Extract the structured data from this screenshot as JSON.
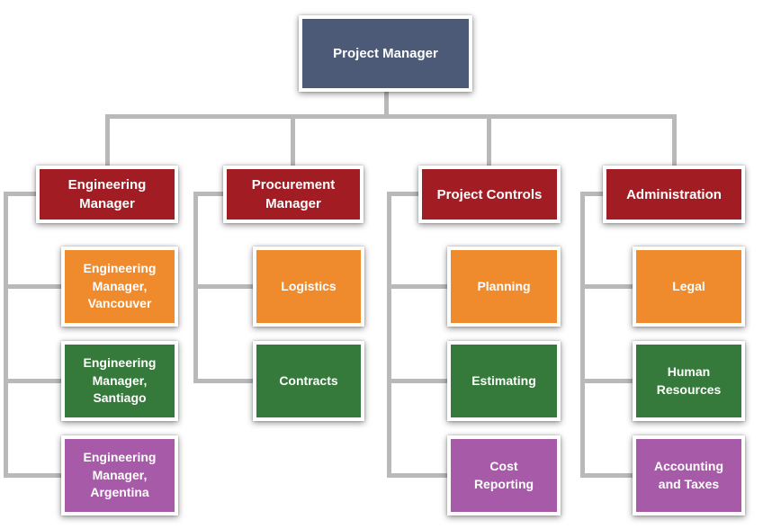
{
  "colors": {
    "slate": "#4c5a77",
    "red": "#a21d23",
    "orange": "#ef8b2d",
    "green": "#35793b",
    "purple": "#a75aa8",
    "connector": "#b9b8bb",
    "node_text": "#ffffff",
    "node_border": "#ffffff"
  },
  "root": {
    "label": "Project Manager",
    "color": "slate"
  },
  "branches": [
    {
      "manager": {
        "label": "Engineering\nManager",
        "color": "red"
      },
      "children": [
        {
          "label": "Engineering\nManager,\nVancouver",
          "color": "orange"
        },
        {
          "label": "Engineering\nManager,\nSantiago",
          "color": "green"
        },
        {
          "label": "Engineering\nManager,\nArgentina",
          "color": "purple"
        }
      ]
    },
    {
      "manager": {
        "label": "Procurement\nManager",
        "color": "red"
      },
      "children": [
        {
          "label": "Logistics",
          "color": "orange"
        },
        {
          "label": "Contracts",
          "color": "green"
        }
      ]
    },
    {
      "manager": {
        "label": "Project Controls",
        "color": "red"
      },
      "children": [
        {
          "label": "Planning",
          "color": "orange"
        },
        {
          "label": "Estimating",
          "color": "green"
        },
        {
          "label": "Cost\nReporting",
          "color": "purple"
        }
      ]
    },
    {
      "manager": {
        "label": "Administration",
        "color": "red"
      },
      "children": [
        {
          "label": "Legal",
          "color": "orange"
        },
        {
          "label": "Human\nResources",
          "color": "green"
        },
        {
          "label": "Accounting\nand Taxes",
          "color": "purple"
        }
      ]
    }
  ]
}
